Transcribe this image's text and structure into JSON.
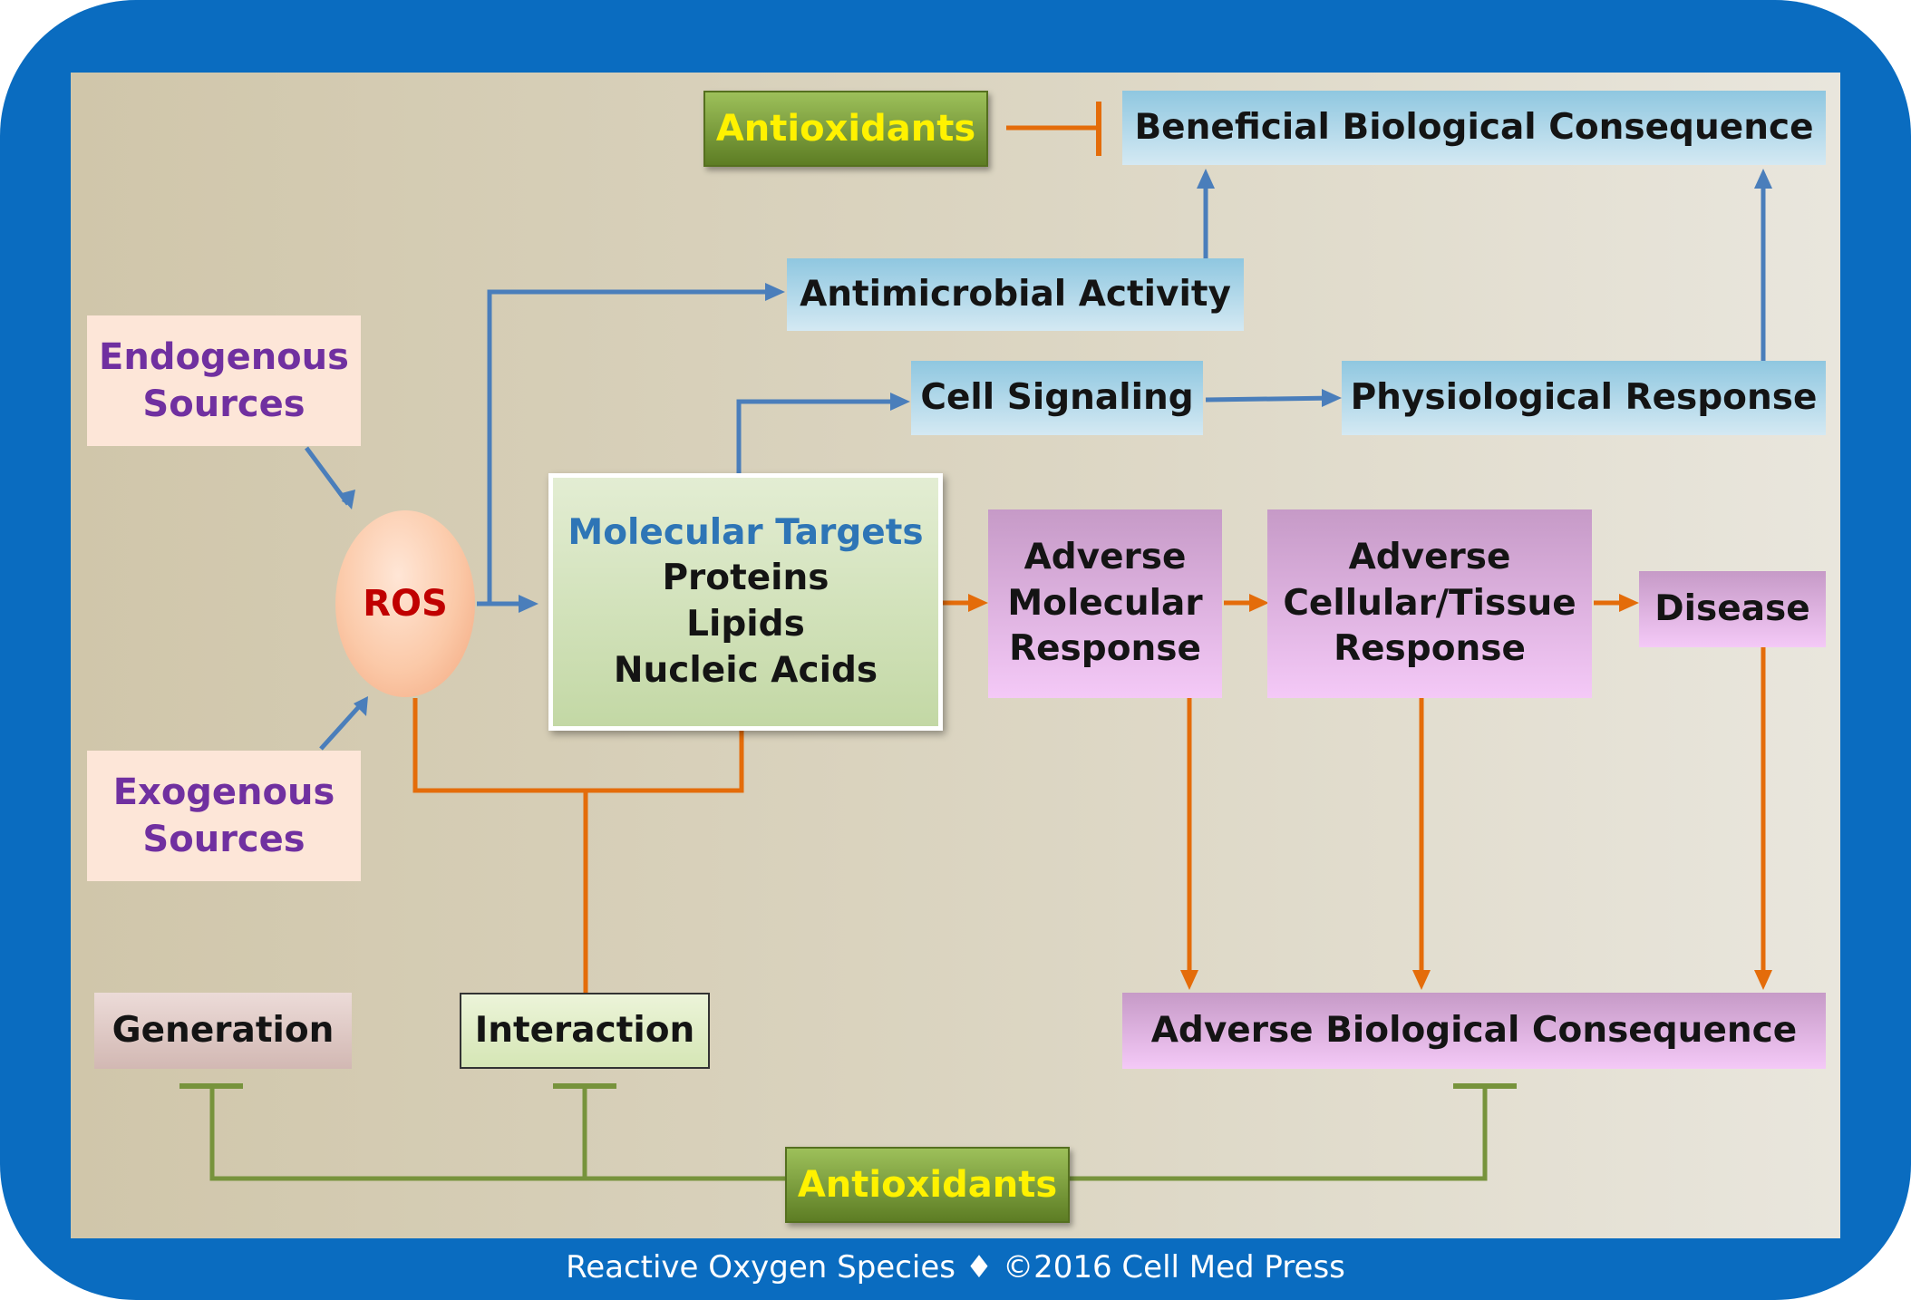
{
  "diagram": {
    "beneficial_consequence": "Beneficial Biological Consequence",
    "antimicrobial_activity": "Antimicrobial Activity",
    "cell_signaling": "Cell Signaling",
    "physiological_response": "Physiological Response",
    "endogenous_sources": [
      "Endogenous",
      "Sources"
    ],
    "exogenous_sources": [
      "Exogenous",
      "Sources"
    ],
    "ros": "ROS",
    "molecular_targets": {
      "title": "Molecular Targets",
      "items": [
        "Proteins",
        "Lipids",
        "Nucleic Acids"
      ]
    },
    "adverse_molecular_response": [
      "Adverse",
      "Molecular",
      "Response"
    ],
    "adverse_cellular_tissue_response": [
      "Adverse",
      "Cellular/Tissue",
      "Response"
    ],
    "disease": "Disease",
    "adverse_consequence": "Adverse Biological Consequence",
    "generation": "Generation",
    "interaction": "Interaction",
    "antioxidants_top": "Antioxidants",
    "antioxidants_bottom": "Antioxidants"
  },
  "footer": "Reactive Oxygen Species ♦ ©2016 Cell Med Press",
  "colors": {
    "frame": "#0a6cc0",
    "blue_arrow": "#4a7ebb",
    "orange_arrow": "#e46c0a",
    "green_inhibit": "#77933c",
    "source_text": "#7030a0",
    "ros_text": "#c00000",
    "targets_title": "#2e75b6",
    "antioxidant_text": "#fff200"
  }
}
